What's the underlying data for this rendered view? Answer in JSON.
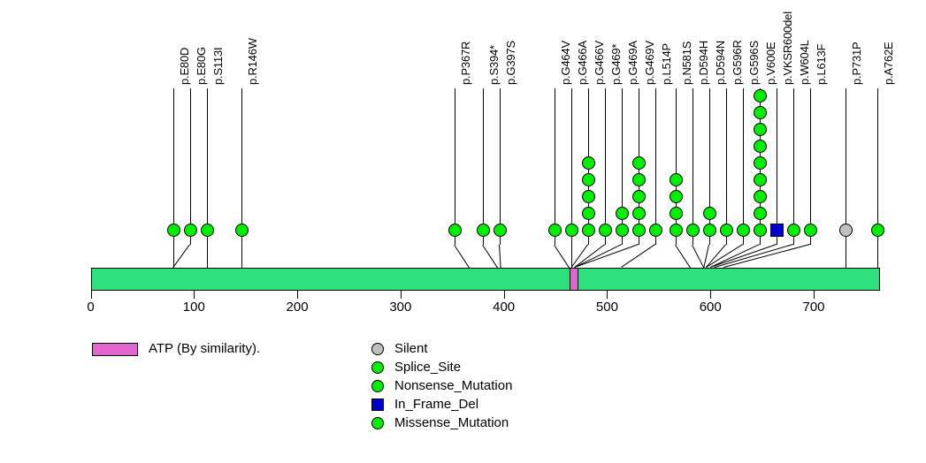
{
  "chart_data": {
    "type": "lollipop",
    "title": "",
    "xlabel": "",
    "ylabel": "",
    "xlim": [
      0,
      766
    ],
    "axis_ticks": [
      0,
      100,
      200,
      300,
      400,
      500,
      600,
      700
    ],
    "protein_bar": {
      "start": 0,
      "end": 764,
      "color": "#2ee07b"
    },
    "domains": [
      {
        "name": "ATP (By similarity).",
        "start": 464,
        "end": 472,
        "color": "#e265d0"
      }
    ],
    "mutations": [
      {
        "label": "p.E80D",
        "position": 80,
        "count": 1,
        "type": "Missense_Mutation"
      },
      {
        "label": "p.E80G",
        "position": 80,
        "count": 1,
        "type": "Missense_Mutation"
      },
      {
        "label": "p.S113I",
        "position": 113,
        "count": 1,
        "type": "Missense_Mutation"
      },
      {
        "label": "p.R146W",
        "position": 146,
        "count": 1,
        "type": "Missense_Mutation"
      },
      {
        "label": "p.P367R",
        "position": 367,
        "count": 1,
        "type": "Missense_Mutation"
      },
      {
        "label": "p.S394*",
        "position": 394,
        "count": 1,
        "type": "Nonsense_Mutation"
      },
      {
        "label": "p.G397S",
        "position": 397,
        "count": 1,
        "type": "Missense_Mutation"
      },
      {
        "label": "p.G464V",
        "position": 464,
        "count": 1,
        "type": "Missense_Mutation"
      },
      {
        "label": "p.G466A",
        "position": 466,
        "count": 1,
        "type": "Missense_Mutation"
      },
      {
        "label": "p.G466V",
        "position": 466,
        "count": 5,
        "type": "Missense_Mutation"
      },
      {
        "label": "p.G469*",
        "position": 469,
        "count": 1,
        "type": "Nonsense_Mutation"
      },
      {
        "label": "p.G469A",
        "position": 469,
        "count": 2,
        "type": "Missense_Mutation"
      },
      {
        "label": "p.G469V",
        "position": 469,
        "count": 5,
        "type": "Missense_Mutation"
      },
      {
        "label": "p.L514P",
        "position": 514,
        "count": 1,
        "type": "Missense_Mutation"
      },
      {
        "label": "p.N581S",
        "position": 581,
        "count": 4,
        "type": "Missense_Mutation"
      },
      {
        "label": "p.D594H",
        "position": 594,
        "count": 1,
        "type": "Missense_Mutation"
      },
      {
        "label": "p.D594N",
        "position": 594,
        "count": 2,
        "type": "Missense_Mutation"
      },
      {
        "label": "p.G596R",
        "position": 596,
        "count": 1,
        "type": "Missense_Mutation"
      },
      {
        "label": "p.G596S",
        "position": 596,
        "count": 1,
        "type": "Missense_Mutation"
      },
      {
        "label": "p.V600E",
        "position": 600,
        "count": 9,
        "type": "Missense_Mutation"
      },
      {
        "label": "p.VKSR600del",
        "position": 600,
        "count": 1,
        "type": "In_Frame_Del"
      },
      {
        "label": "p.W604L",
        "position": 604,
        "count": 1,
        "type": "Missense_Mutation"
      },
      {
        "label": "p.L613F",
        "position": 613,
        "count": 1,
        "type": "Missense_Mutation"
      },
      {
        "label": "p.P731P",
        "position": 731,
        "count": 1,
        "type": "Silent"
      },
      {
        "label": "p.A762E",
        "position": 762,
        "count": 1,
        "type": "Missense_Mutation"
      }
    ]
  },
  "domain_legend": {
    "items": [
      {
        "label": "ATP (By similarity).",
        "color": "#e265d0"
      }
    ]
  },
  "type_legend": {
    "items": [
      {
        "label": "Silent",
        "color": "#c0c0c0",
        "shape": "circle"
      },
      {
        "label": "Splice_Site",
        "color": "#00ee00",
        "shape": "circle"
      },
      {
        "label": "Nonsense_Mutation",
        "color": "#00ee00",
        "shape": "circle"
      },
      {
        "label": "In_Frame_Del",
        "color": "#0000cc",
        "shape": "square"
      },
      {
        "label": "Missense_Mutation",
        "color": "#00ee00",
        "shape": "circle"
      }
    ]
  }
}
